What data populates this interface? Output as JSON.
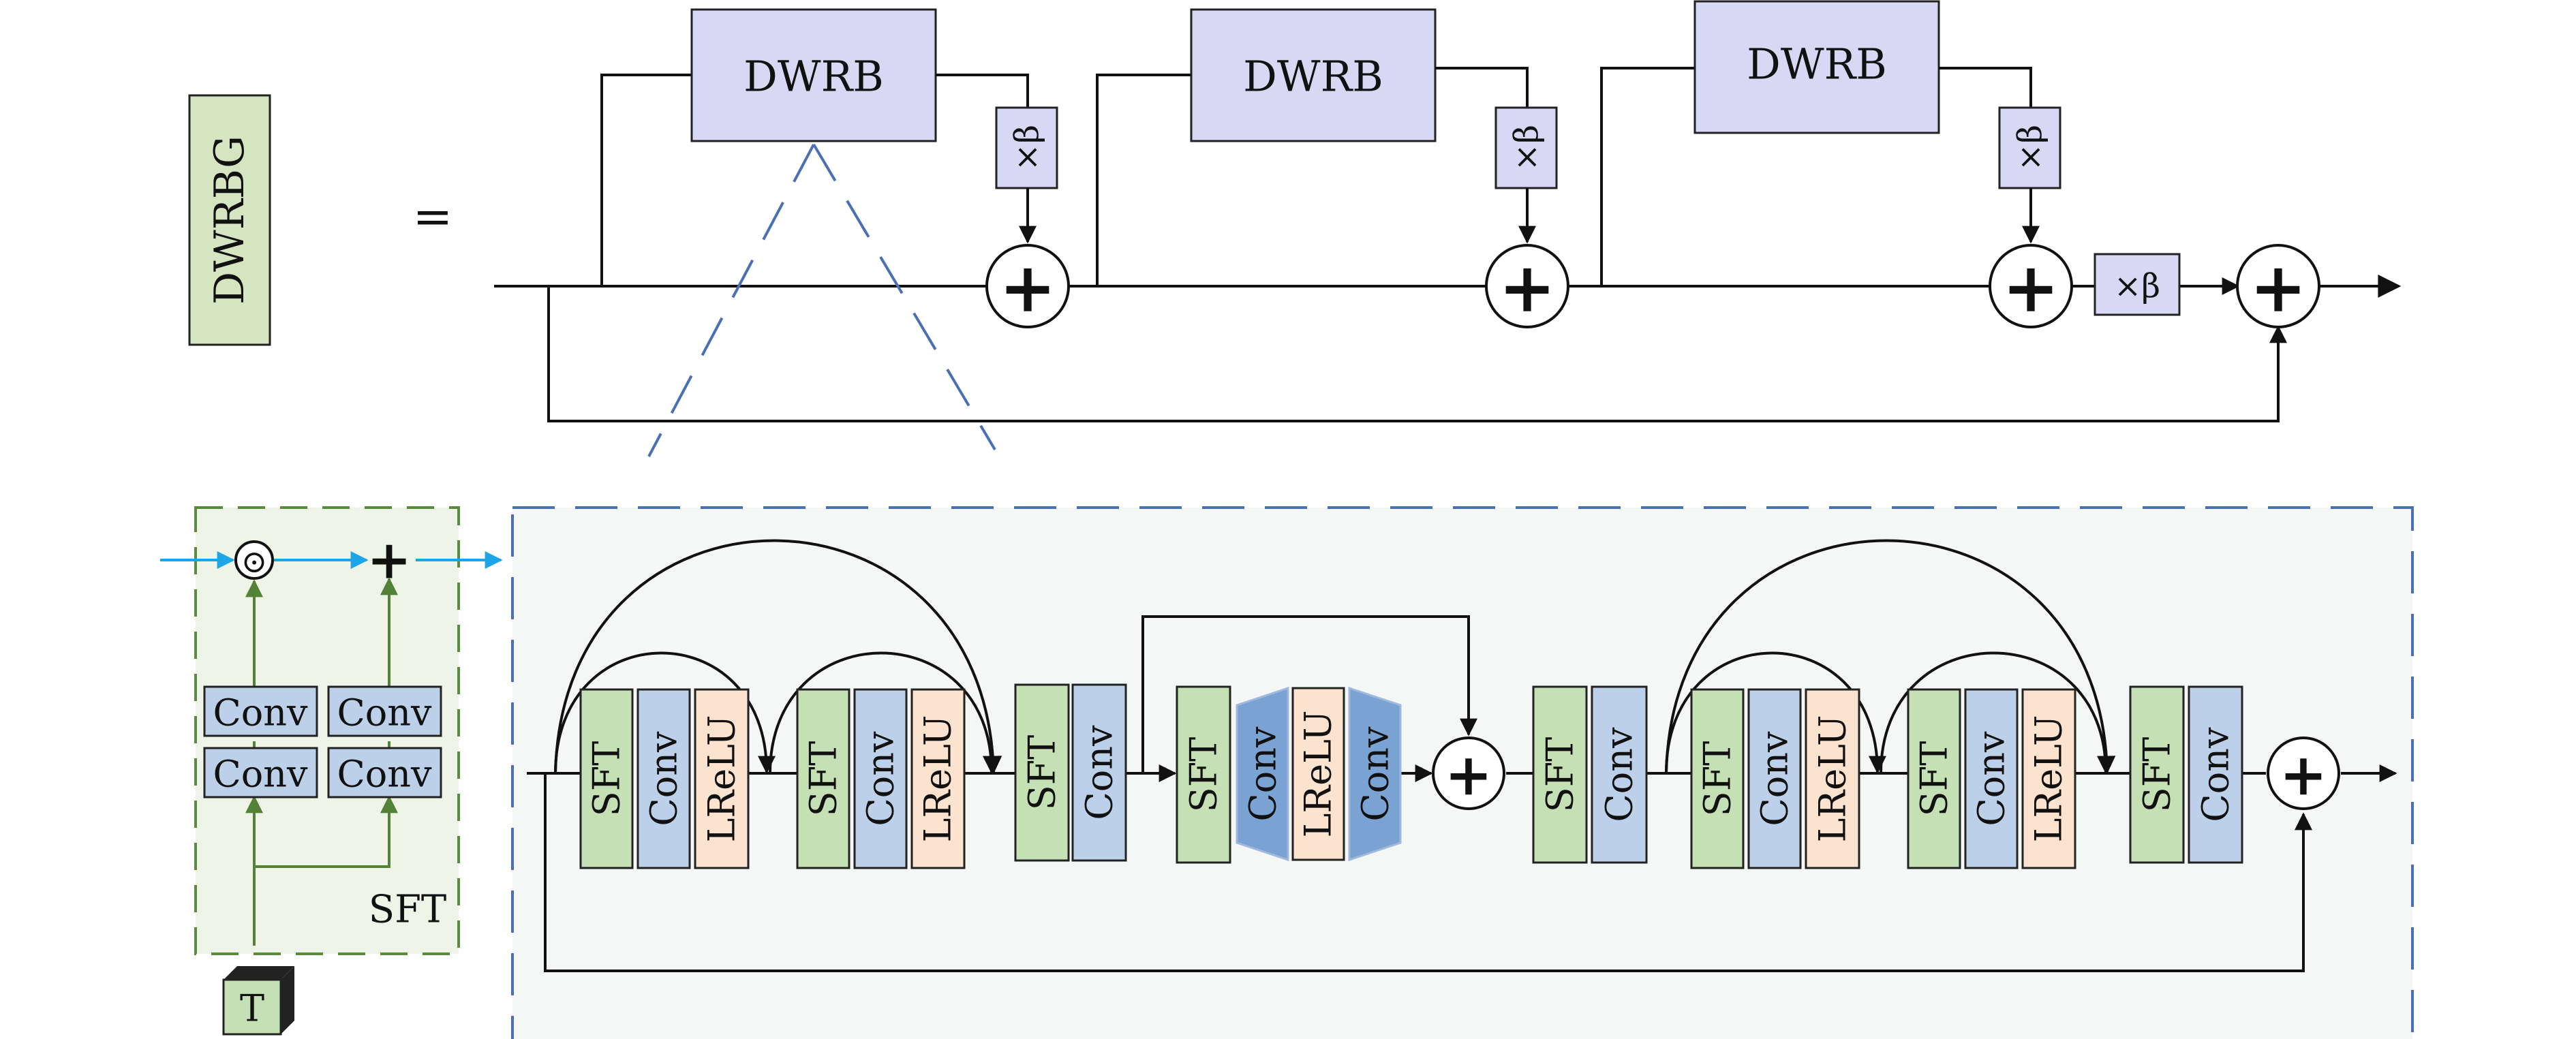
{
  "group_label": "DWRBG",
  "equals_sign": "=",
  "top_row": {
    "block_label": "DWRB",
    "scale_label": "×β",
    "plus_symbol": "+"
  },
  "sft_module": {
    "title": "SFT",
    "conv_label": "Conv",
    "multiply_symbol": "⊙",
    "add_symbol": "+",
    "condition_label": "T"
  },
  "dwrb_detail": {
    "sft_label": "SFT",
    "conv_label": "Conv",
    "lrelu_label": "LReLU",
    "plus_symbol": "+"
  },
  "colors": {
    "dwrb_fill": "#d8d8f5",
    "group_fill": "#d5e5c2",
    "sft_fill": "#c5e0b4",
    "conv_fill": "#bdd0e9",
    "conv_dark_fill": "#7aa2d2",
    "lrelu_fill": "#fbe3d0",
    "panel_fill": "#f4f7f6",
    "sft_panel_fill": "#eef5e8",
    "blue_dash": "#4a6fb5",
    "green_dash": "#5a8a3c",
    "cyan_arrow": "#1ca6e8",
    "green_arrow": "#538135"
  }
}
